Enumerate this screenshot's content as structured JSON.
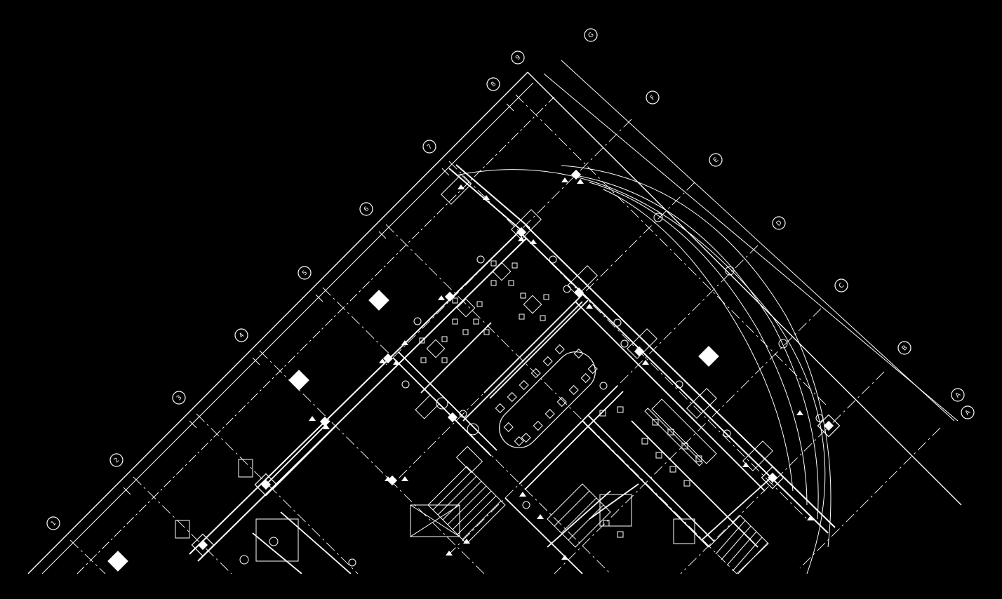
{
  "drawing": {
    "background": "#000000",
    "line_color": "#ffffff",
    "grid_bubbles_top": [
      "1",
      "2",
      "3",
      "4",
      "5",
      "6",
      "7",
      "8",
      "9"
    ],
    "grid_bubbles_right": [
      "G",
      "F",
      "E",
      "D",
      "C",
      "B",
      "A",
      "A"
    ]
  }
}
